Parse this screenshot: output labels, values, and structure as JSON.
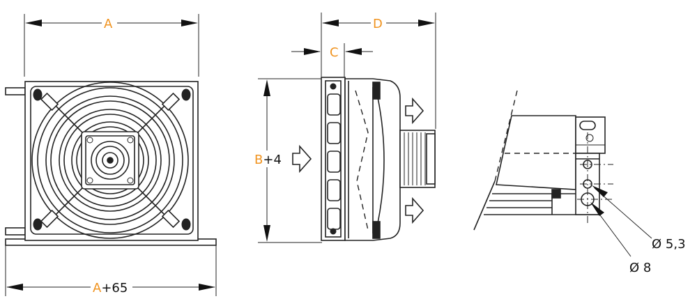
{
  "labels": {
    "a_top": "A",
    "a_bottom_letter": "A",
    "a_bottom_suffix": "+65",
    "b_letter": "B",
    "b_suffix": "+4",
    "c": "C",
    "d": "D",
    "dia_53": "Ø 5,3",
    "dia_8": "Ø 8"
  },
  "colors": {
    "accent": "#f0931f",
    "line": "#222222",
    "text": "#111111"
  }
}
